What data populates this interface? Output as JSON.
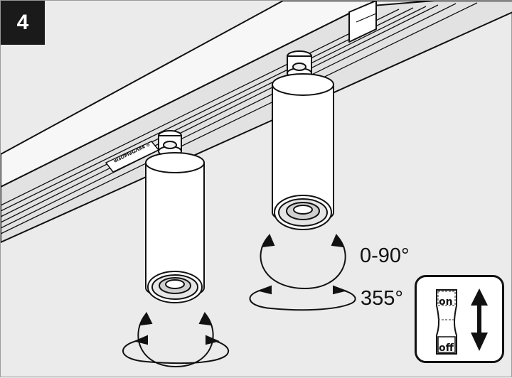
{
  "step": {
    "number": "4"
  },
  "rail": {
    "brand_label": "ᴚIⅎDMᴚGɅᴙᴙ 𝔖"
  },
  "adjustments": {
    "tilt_label": "0-90°",
    "rotation_label": "355°"
  },
  "switch": {
    "on_label": "on",
    "off_label": "off"
  },
  "colors": {
    "background": "#ebebeb",
    "line": "#111111",
    "badge": "#1a1a1a",
    "fixture": "#ffffff"
  }
}
